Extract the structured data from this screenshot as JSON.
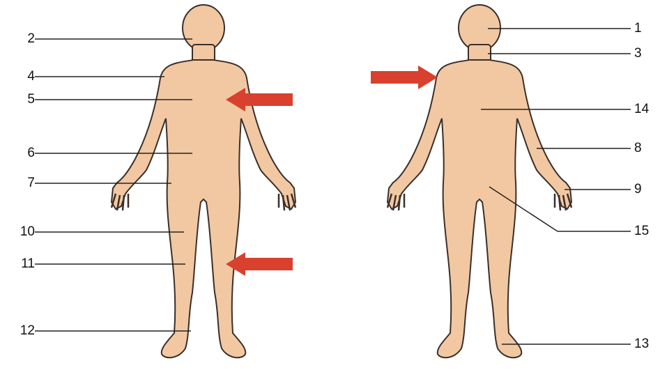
{
  "colors": {
    "skin": "#f2c8a2",
    "outline": "#3a2f2a",
    "line": "#222222",
    "arrow": "#d9402e",
    "background": "#ffffff"
  },
  "labels": {
    "front": [
      "2",
      "4",
      "5",
      "6",
      "7",
      "10",
      "11",
      "12"
    ],
    "back": [
      "1",
      "3",
      "14",
      "8",
      "9",
      "15",
      "13"
    ]
  },
  "arrows": {
    "count": 3,
    "direction": [
      "left",
      "left",
      "right"
    ]
  }
}
